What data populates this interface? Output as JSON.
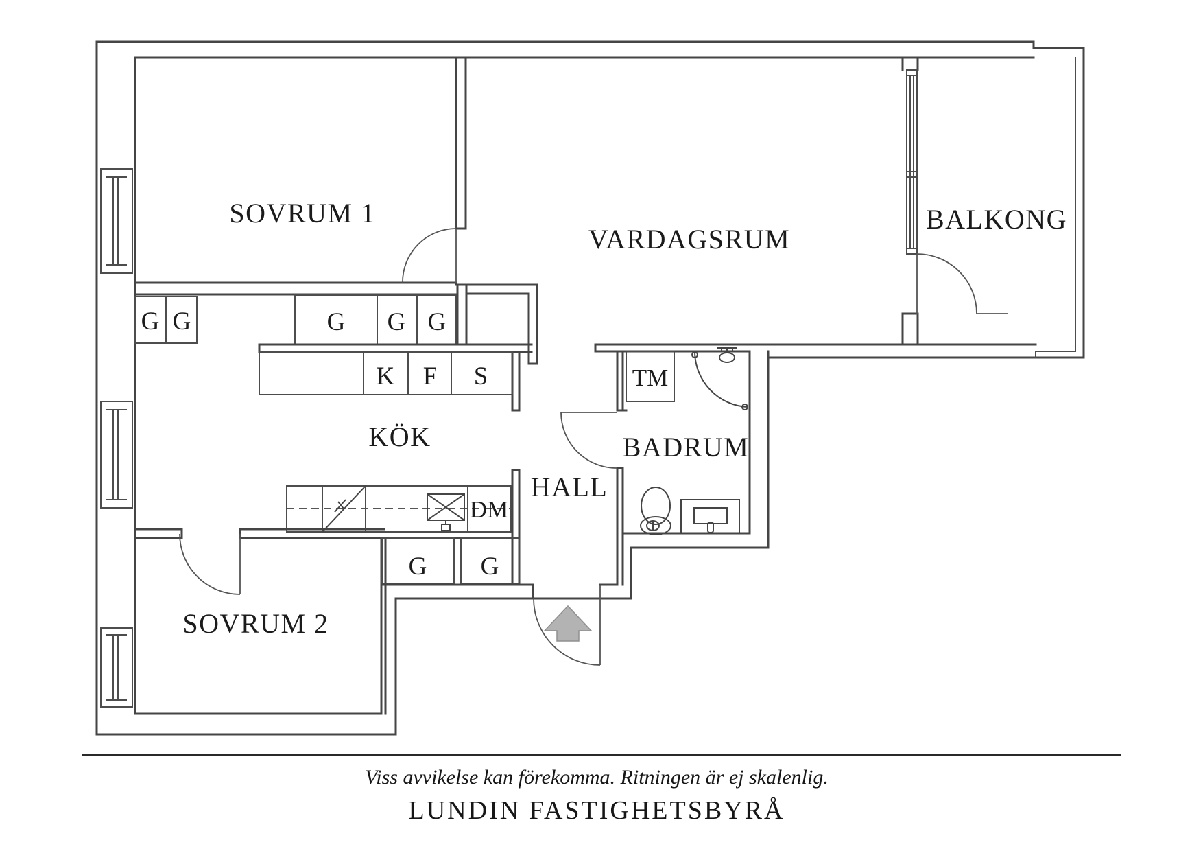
{
  "floorplan": {
    "labels": {
      "sovrum1": "SOVRUM 1",
      "vardagsrum": "VARDAGSRUM",
      "balkong": "BALKONG",
      "kok": "KÖK",
      "hall": "HALL",
      "badrum": "BADRUM",
      "sovrum2": "SOVRUM 2"
    },
    "wardrobes": [
      {
        "label": "G"
      },
      {
        "label": "G"
      },
      {
        "label": "G"
      },
      {
        "label": "G"
      },
      {
        "label": "G"
      },
      {
        "label": "G"
      },
      {
        "label": "G"
      }
    ],
    "appliances": {
      "kyl": "K",
      "frys": "F",
      "skafferi": "S",
      "tvattmaskin": "TM",
      "diskmaskin": "DM"
    },
    "fixture_icons": [
      "toilet-icon",
      "bathroom-sink-icon",
      "shower-curtain-icon",
      "shower-head-icon",
      "kitchen-sink-icon",
      "stove-icon",
      "entrance-arrow-icon",
      "window-icon",
      "door-swing-icon"
    ],
    "colors": {
      "wall_line": "#454545",
      "arrow_fill": "#b3b3b3",
      "text": "#1b1b1b"
    },
    "footer": {
      "disclaimer": "Viss avvikelse kan förekomma. Ritningen är ej skalenlig.",
      "brand": "LUNDIN FASTIGHETSBYRÅ"
    }
  }
}
